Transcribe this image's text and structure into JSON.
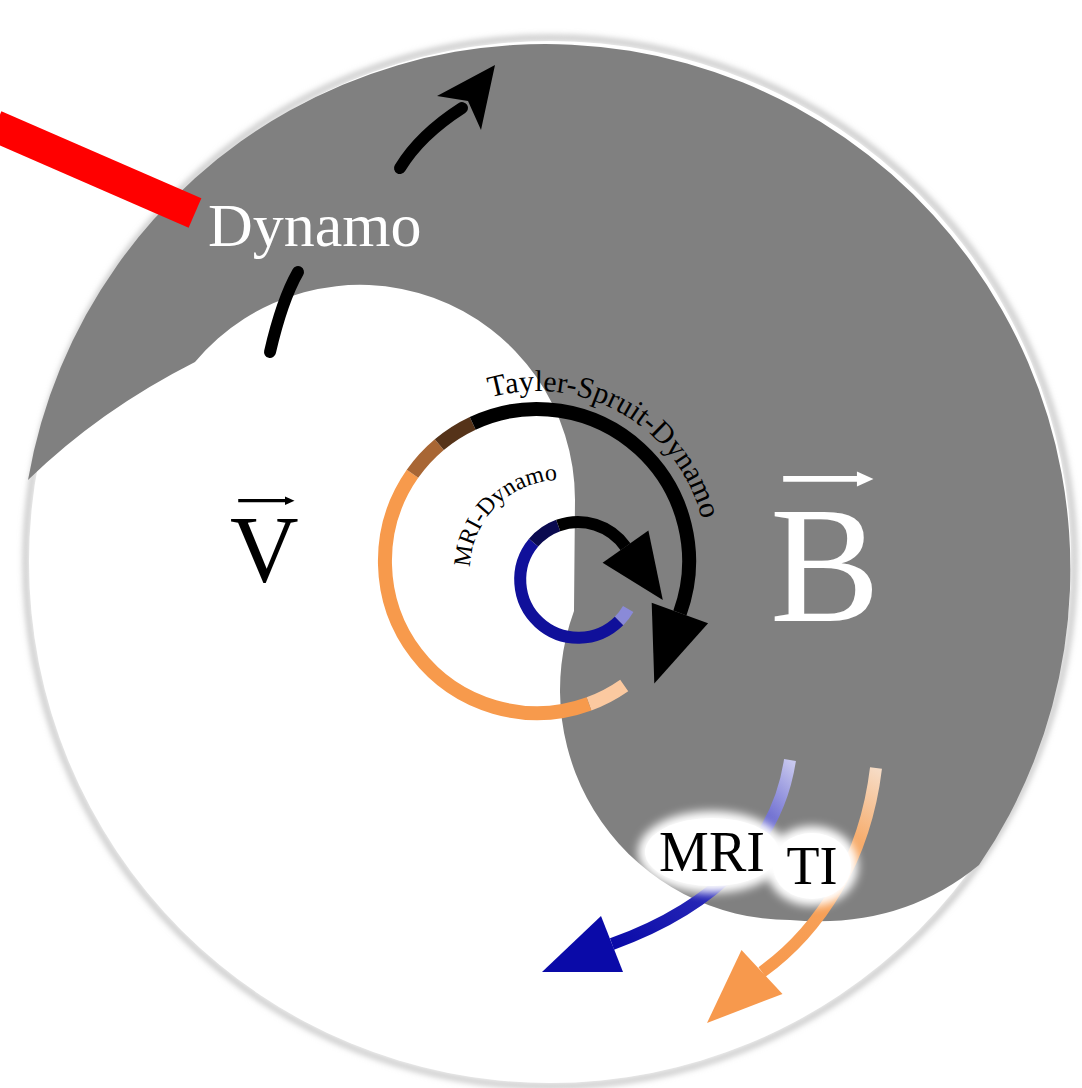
{
  "diagram": {
    "nodes": [
      {
        "text": [
          "MRI"
        ]
      },
      {
        "text": [
          "TI"
        ]
      }
    ],
    "labels": [
      "Dynamo",
      "V",
      "B",
      "Tayler-Spruit-Dynamo",
      "MRI-Dynamo"
    ]
  }
}
